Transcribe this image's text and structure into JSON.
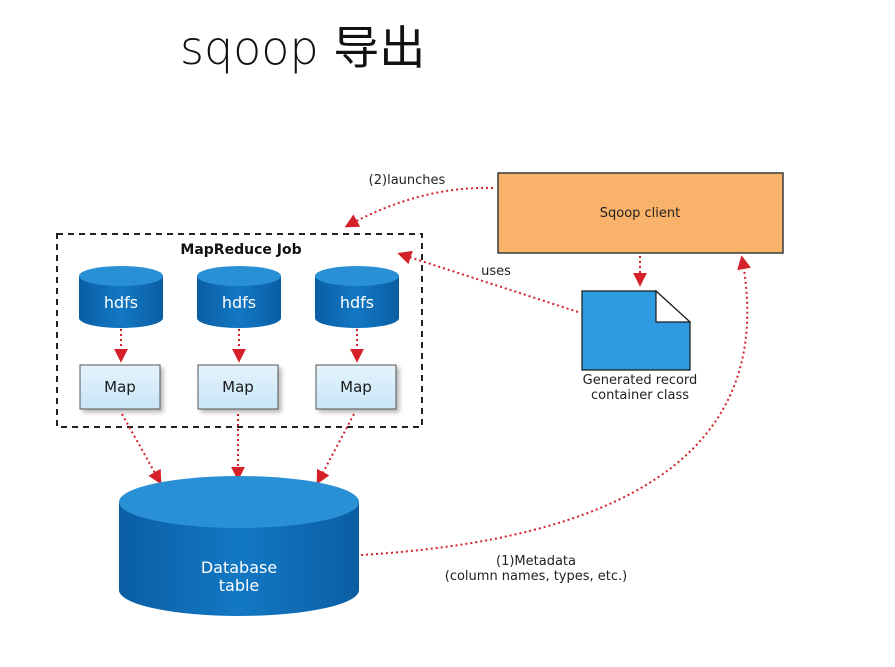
{
  "title": "sqoop 导出",
  "diagram": {
    "sqoop_client": "Sqoop client",
    "mapreduce_job": "MapReduce Job",
    "hdfs_label": "hdfs",
    "map_label": "Map",
    "database_line1": "Database",
    "database_line2": "table",
    "generated_line1": "Generated record",
    "generated_line2": "container class",
    "launches": "(2)launches",
    "uses": "uses",
    "metadata_line1": "(1)Metadata",
    "metadata_line2": "(column names, types, etc.)"
  },
  "colors": {
    "client_fill": "#f9b26a",
    "cylinder_blue": "#0c6fb9",
    "cylinder_top": "#2a90d6",
    "map_fill": "#d4ecfa",
    "doc_fill": "#2e9be0",
    "arrow_red": "#d42028"
  }
}
